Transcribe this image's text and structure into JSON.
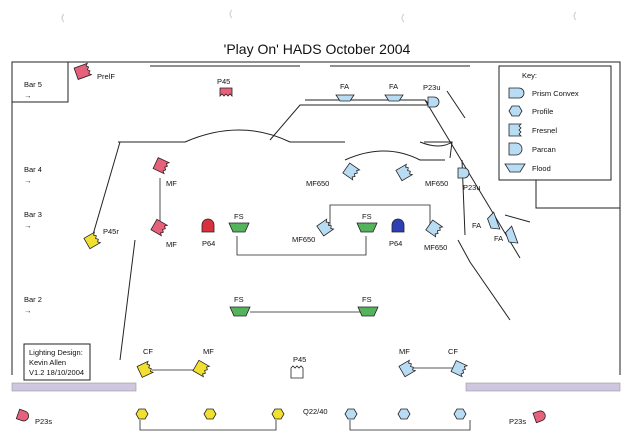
{
  "title": "'Play On' HADS October 2004",
  "bars": {
    "bar5": "Bar 5",
    "bar4": "Bar 4",
    "bar3": "Bar 3",
    "bar2": "Bar 2",
    "arrow": "→"
  },
  "key": {
    "title": "Key:",
    "items": [
      "Prism Convex",
      "Profile",
      "Fresnel",
      "Parcan",
      "Flood"
    ]
  },
  "credits": {
    "line1": "Lighting Design:",
    "line2": "Kevin Allen",
    "line3": "V1.2 18/10/2004"
  },
  "labels": {
    "prelf": "PrelF",
    "p45_top": "P45",
    "fa_1": "FA",
    "fa_2": "FA",
    "p23u_1": "P23u",
    "p23u_2": "P23u",
    "mf_bar4": "MF",
    "mf650_bar4_left": "MF650",
    "mf650_bar4_right": "MF650",
    "p45r": "P45r",
    "mf_bar3": "MF",
    "p64_left": "P64",
    "fs_bar3_left": "FS",
    "fs_bar3_right": "FS",
    "mf650_bar3_left": "MF650",
    "p64_right": "P64",
    "mf650_bar3_right": "MF650",
    "fa_side_1": "FA",
    "fa_side_2": "FA",
    "fs_bar2_left": "FS",
    "fs_bar2_right": "FS",
    "cf_left": "CF",
    "mf_front_left": "MF",
    "p45_bottom": "P45",
    "mf_front_right": "MF",
    "cf_right": "CF",
    "p23s_left": "P23s",
    "q22": "Q22/40",
    "p23s_right": "P23s"
  },
  "colors": {
    "red_gel": "#e8617a",
    "dark_red": "#d9303e",
    "blue_gel": "#b9dcf5",
    "dark_blue": "#2e3fb3",
    "yellow_gel": "#f2e030",
    "green_gel": "#55b35c",
    "stage_edge": "#cfc6e0"
  },
  "icons": [
    "prism-convex-icon",
    "profile-icon",
    "fresnel-icon",
    "parcan-icon",
    "flood-icon"
  ]
}
